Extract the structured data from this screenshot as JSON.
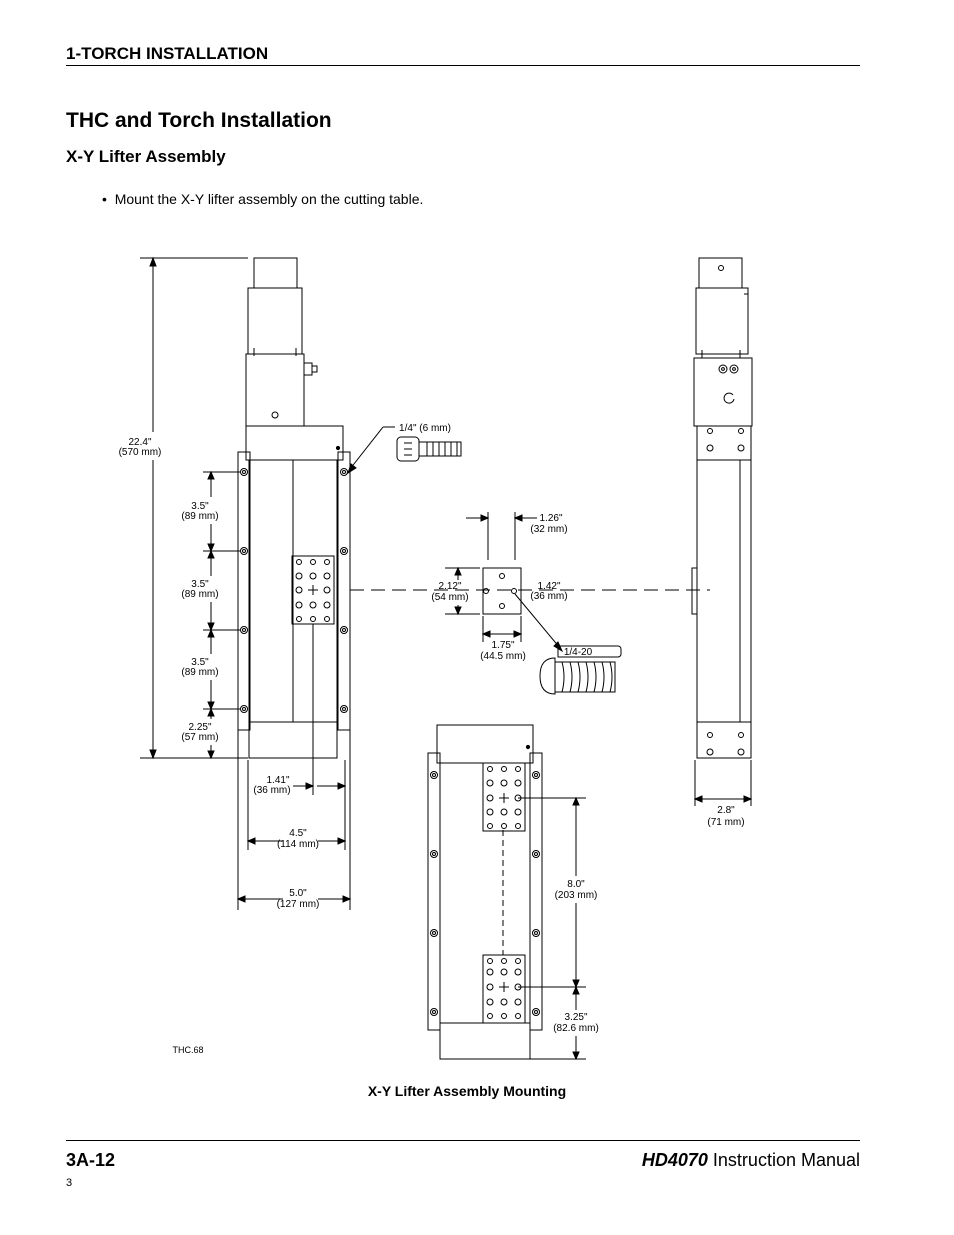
{
  "header": {
    "section": "1-TORCH INSTALLATION"
  },
  "title": "THC and Torch Installation",
  "subtitle": "X-Y Lifter Assembly",
  "bullet": "Mount the X-Y lifter assembly on the cutting table.",
  "figure": {
    "dims": {
      "overall_h": "22.4\"",
      "overall_h_mm": "(570 mm)",
      "s1": "3.5\"",
      "s1_mm": "(89 mm)",
      "s2": "3.5\"",
      "s2_mm": "(89 mm)",
      "s3": "3.5\"",
      "s3_mm": "(89 mm)",
      "s4": "2.25\"",
      "s4_mm": "(57 mm)",
      "w141": "1.41\"",
      "w141_mm": "(36 mm)",
      "w45": "4.5\"",
      "w45_mm": "(114 mm)",
      "w50": "5.0\"",
      "w50_mm": "(127 mm)",
      "bolt1": "1/4\" (6 mm)",
      "d126": "1.26\"",
      "d126_mm": "(32 mm)",
      "d212": "2.12\"",
      "d212_mm": "(54 mm)",
      "d142": "1.42\"",
      "d142_mm": "(36 mm)",
      "d175": "1.75\"",
      "d175_mm": "(44.5 mm)",
      "bolt2": "1/4-20",
      "d28": "2.8\"",
      "d28_mm": "(71 mm)",
      "d80": "8.0\"",
      "d80_mm": "(203 mm)",
      "d325": "3.25\"",
      "d325_mm": "(82.6 mm)",
      "ref": "THC.68"
    },
    "caption": "X-Y Lifter Assembly Mounting"
  },
  "footer": {
    "page": "3A-12",
    "model": "HD4070",
    "manual": " Instruction Manual",
    "pagenum": "3"
  }
}
